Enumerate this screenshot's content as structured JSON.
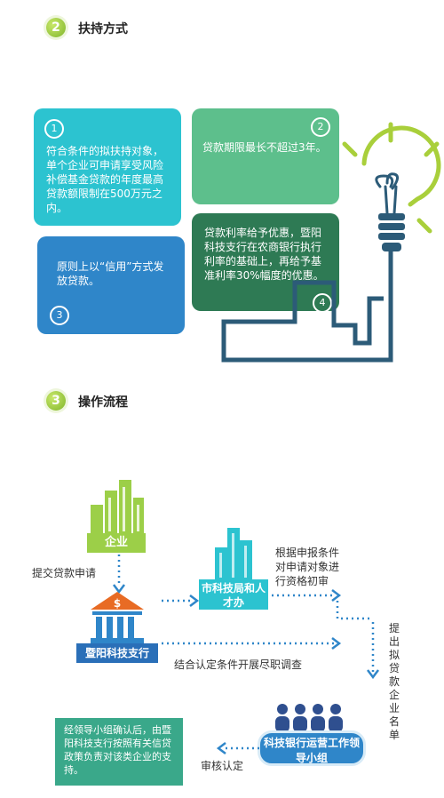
{
  "section2": {
    "num": "2",
    "title": "扶持方式"
  },
  "section3": {
    "num": "3",
    "title": "操作流程"
  },
  "cards": [
    {
      "num": "1",
      "text": "符合条件的拟扶持对象，单个企业可申请享受风险补偿基金贷款的年度最高贷款额限制在500万元之内。"
    },
    {
      "num": "2",
      "text": "贷款期限最长不超过3年。"
    },
    {
      "num": "3",
      "text": "原则上以“信用”方式发放贷款。"
    },
    {
      "num": "4",
      "text": "贷款利率给予优惠，暨阳科技支行在农商银行执行利率的基础上，再给予基准利率30%幅度的优惠。"
    }
  ],
  "flow": {
    "enterprise": "企业",
    "step_submit": "提交贷款申请",
    "bank": "暨阳科技支行",
    "bureau": "市科技局和人才办",
    "step_review": "根据申报条件对申请对象进行资格初审",
    "step_investigate": "结合认定条件开展尽职调查",
    "step_propose": "提出拟贷款企业名单",
    "group": "科技银行运营工作领导小组",
    "step_confirm": "审核认定",
    "final": "经领导小组确认后，由暨阳科技支行按照有关信贷政策负责对该类企业的支持。"
  },
  "colors": {
    "green": "#7fb52a",
    "teal": "#2cc3d0",
    "blue": "#2f86c9",
    "dark": "#2e7a54",
    "navy": "#2c5b78"
  }
}
